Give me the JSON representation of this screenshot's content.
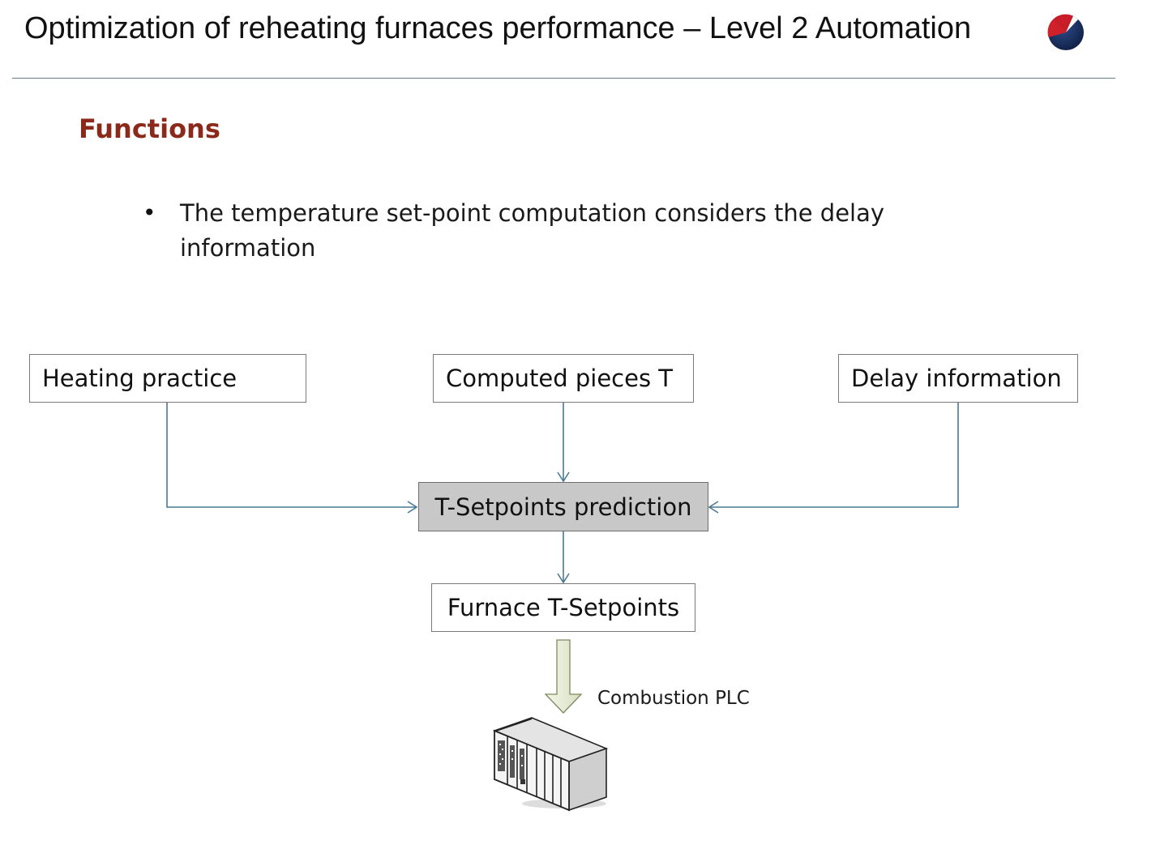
{
  "header": {
    "title": "Optimization of reheating furnaces performance – Level 2 Automation",
    "logo_icon": "red-blue-sphere-logo"
  },
  "section": {
    "title": "Functions"
  },
  "bullets": [
    {
      "text": "The temperature set-point computation considers the delay information"
    }
  ],
  "diagram": {
    "nodes": {
      "heating_practice": "Heating practice",
      "computed_pieces": "Computed pieces T",
      "delay_information": "Delay information",
      "prediction": "T-Setpoints prediction",
      "furnace_setpoints": "Furnace T-Setpoints"
    },
    "edges": [
      {
        "from": "heating_practice",
        "to": "prediction"
      },
      {
        "from": "computed_pieces",
        "to": "prediction"
      },
      {
        "from": "delay_information",
        "to": "prediction"
      },
      {
        "from": "prediction",
        "to": "furnace_setpoints"
      },
      {
        "from": "furnace_setpoints",
        "to": "combustion_plc"
      }
    ],
    "plc_label": "Combustion PLC",
    "plc_icon": "plc-rack-icon"
  },
  "colors": {
    "section_title": "#8b2a1a",
    "connector": "#4a7a94",
    "prediction_fill": "#c8c8c8",
    "arrow_fill": "#e6ecd6"
  }
}
